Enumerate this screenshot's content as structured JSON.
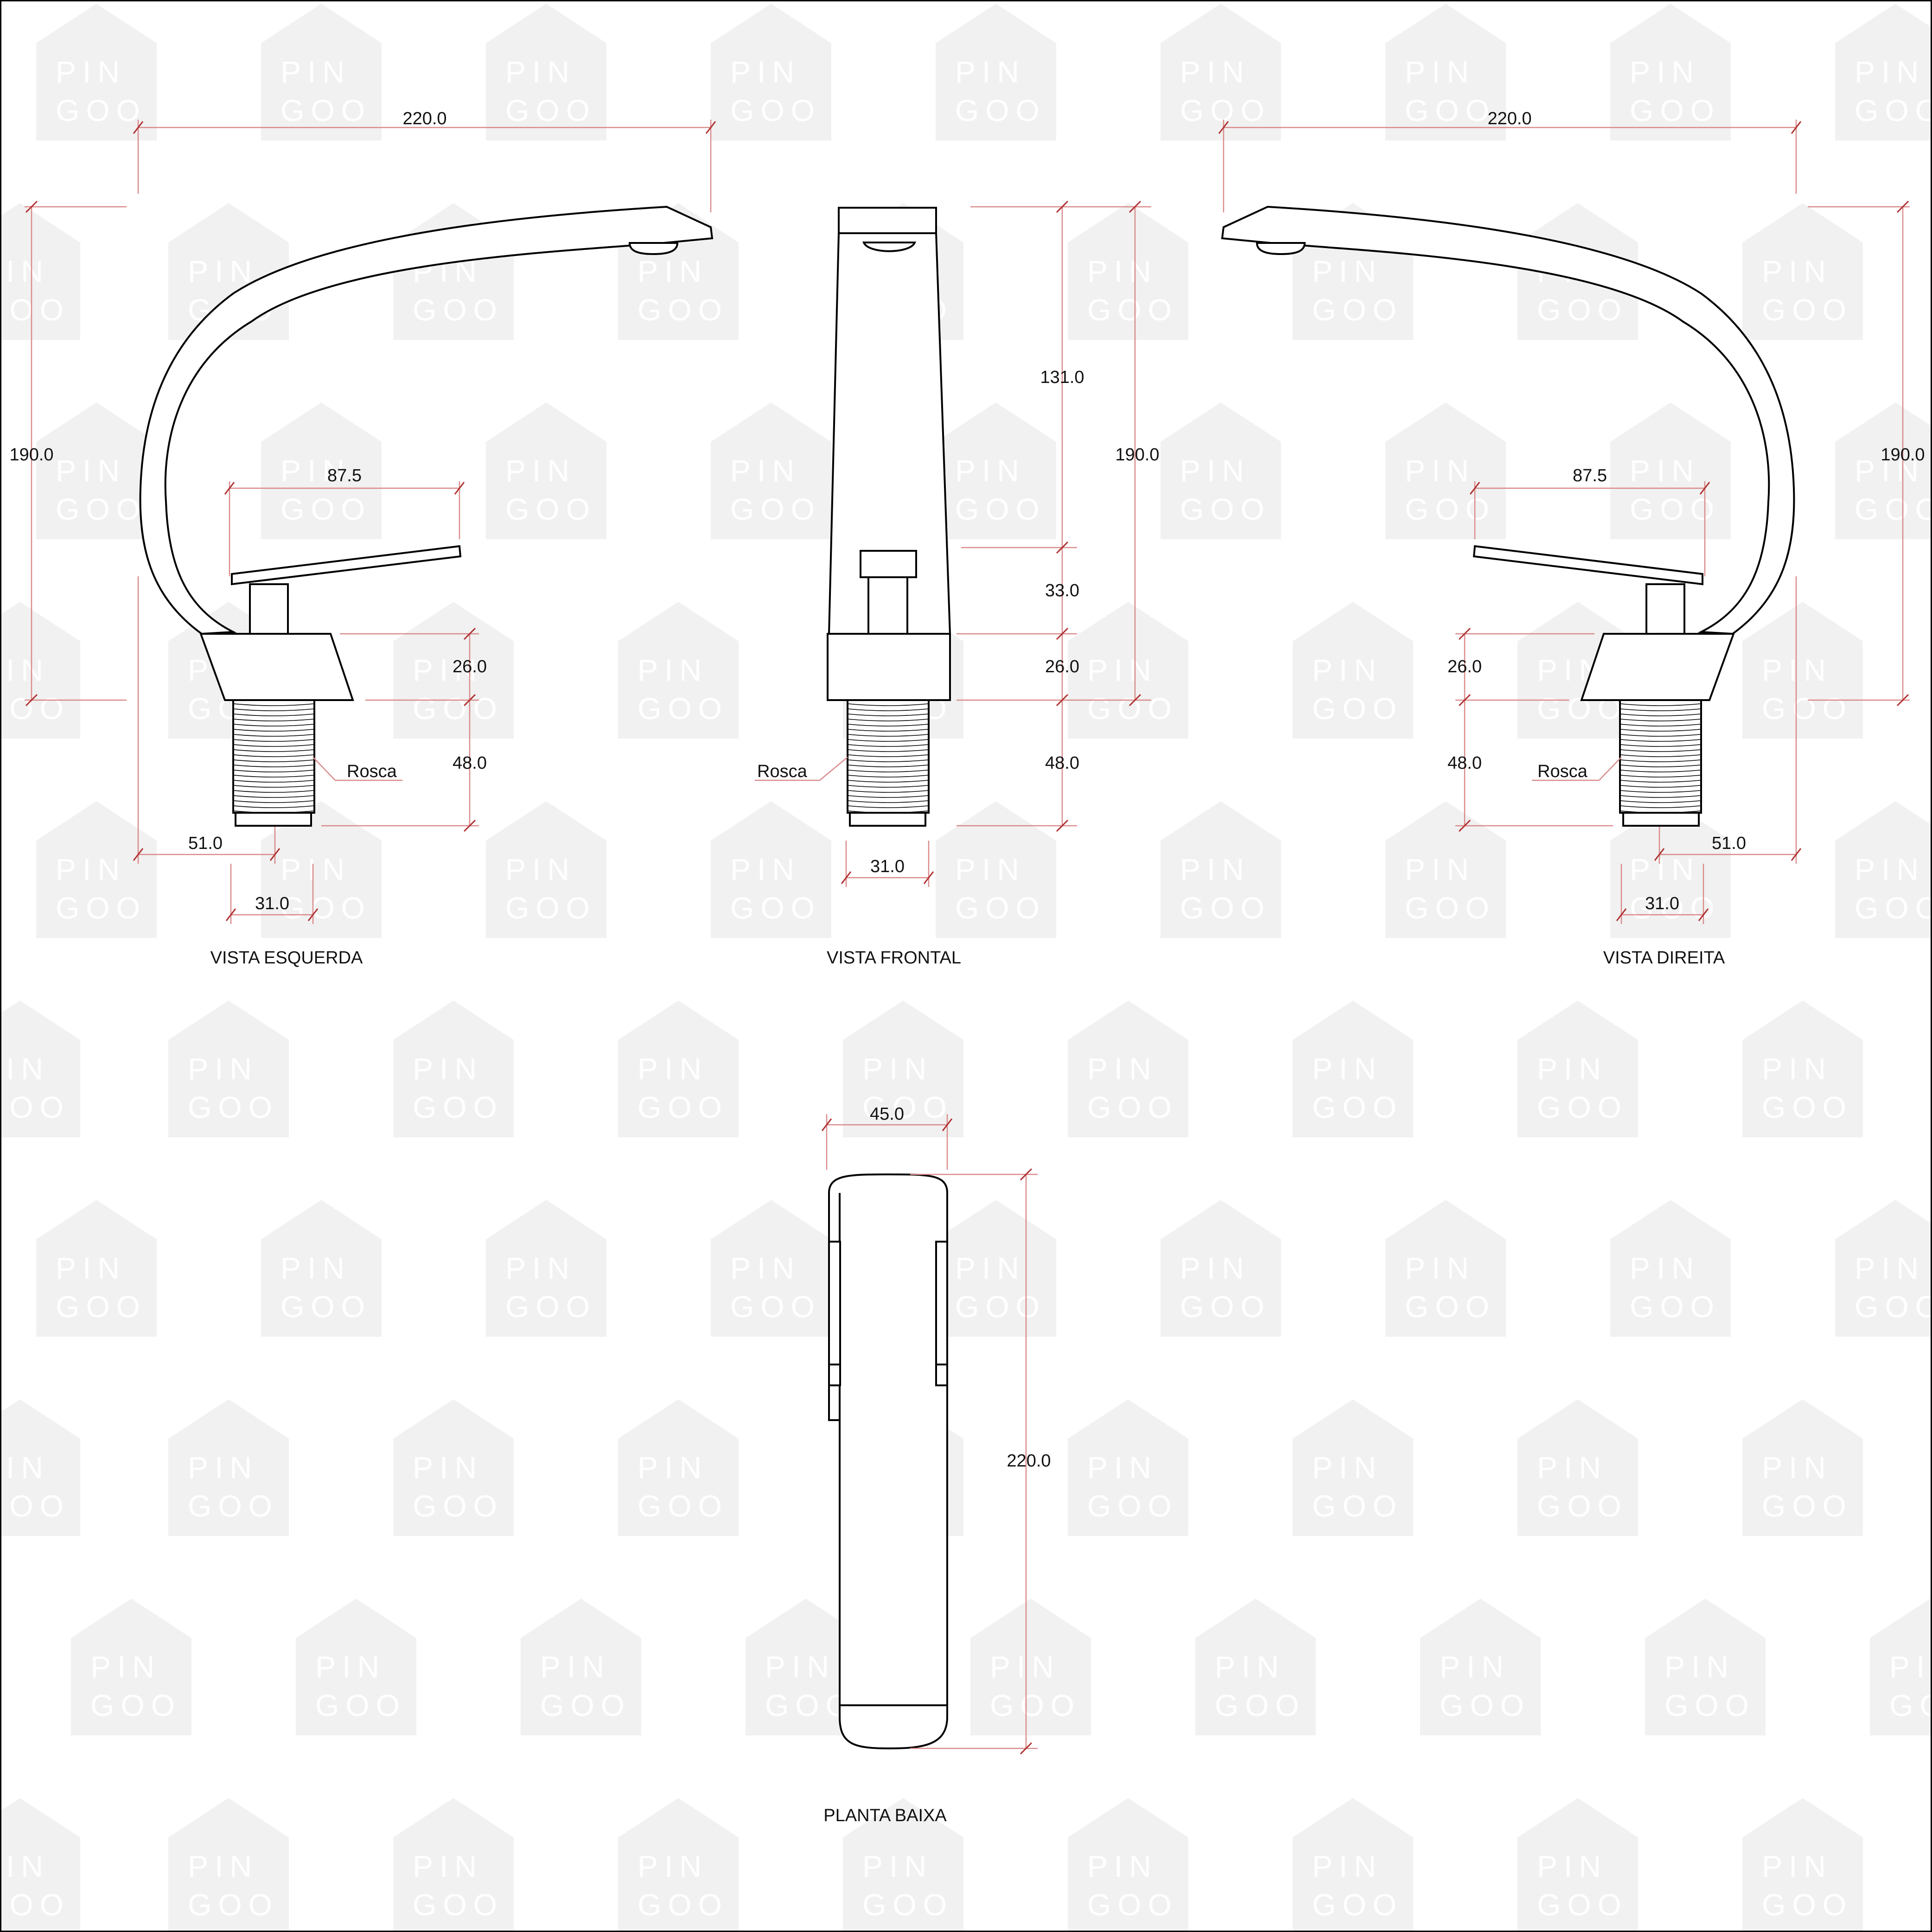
{
  "watermark": {
    "line1": "PIN",
    "line2": "GOO"
  },
  "views": {
    "left": {
      "title": "VISTA ESQUERDA",
      "dims": {
        "width": "220.0",
        "height": "190.0",
        "handle": "87.5",
        "base": "26.0",
        "thread": "48.0",
        "offset": "51.0",
        "diameter": "31.0"
      },
      "callout": "Rosca"
    },
    "front": {
      "title": "VISTA FRONTAL",
      "dims": {
        "upper": "131.0",
        "total": "190.0",
        "lever": "33.0",
        "base": "26.0",
        "thread": "48.0",
        "diameter": "31.0"
      },
      "callout": "Rosca"
    },
    "right": {
      "title": "VISTA DIREITA",
      "dims": {
        "width": "220.0",
        "height": "190.0",
        "handle": "87.5",
        "base": "26.0",
        "thread": "48.0",
        "offset": "51.0",
        "diameter": "31.0"
      },
      "callout": "Rosca"
    },
    "plan": {
      "title": "PLANTA BAIXA",
      "dims": {
        "width": "45.0",
        "length": "220.0"
      }
    }
  }
}
